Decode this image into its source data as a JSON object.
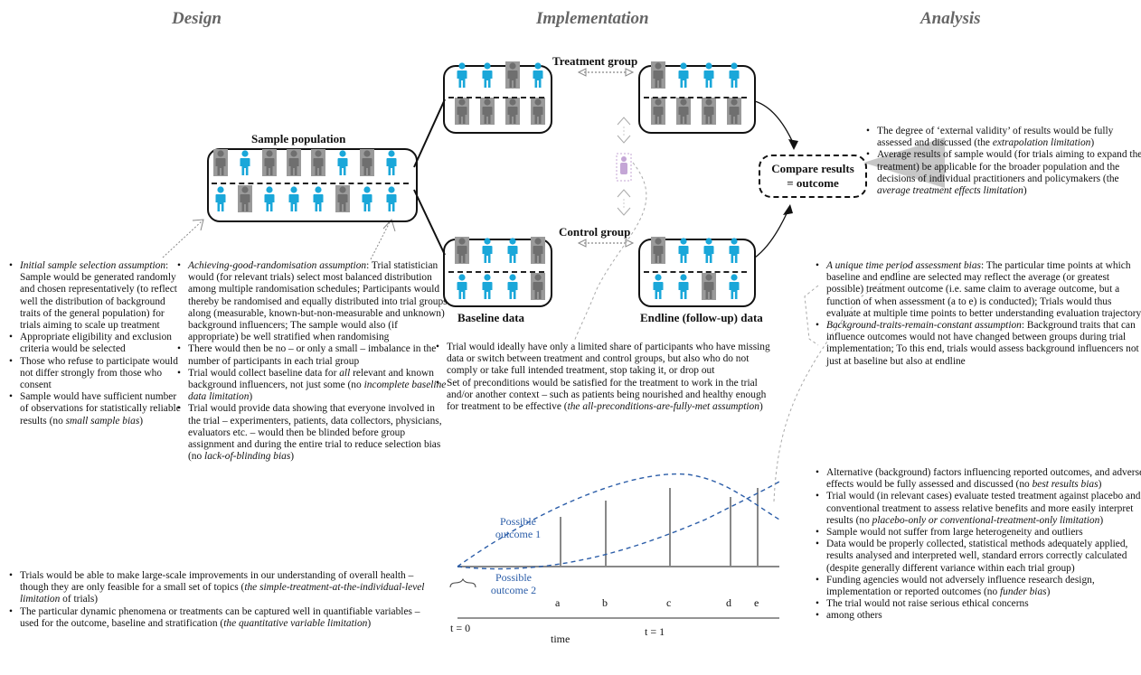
{
  "headings": {
    "design": "Design",
    "implementation": "Implementation",
    "analysis": "Analysis"
  },
  "labels": {
    "sample_population": "Sample population",
    "treatment_group": "Treatment group",
    "control_group": "Control group",
    "baseline_data": "Baseline data",
    "endline_data": "Endline (follow-up) data",
    "compare_line1": "Compare results",
    "compare_line2": "= outcome"
  },
  "colors": {
    "treated": "#1aa7d9",
    "untreated": "#6f6f6f",
    "switcher": "#c4a6d6",
    "curve": "#2b5da8"
  },
  "design_left": [
    {
      "em": "Initial sample selection assumption",
      "text": ": Sample would be generated randomly and chosen representatively (to reflect well the distribution of background traits of the general population) for trials aiming to scale up treatment"
    },
    {
      "em": "",
      "text": "Appropriate eligibility and exclusion criteria would be selected"
    },
    {
      "em": "",
      "text": "Those who refuse to participate would not differ strongly from those who consent"
    },
    {
      "em": "",
      "text": "Sample would have sufficient number of observations for statistically reliable results (no ",
      "em2": "small sample bias",
      "tail": ")"
    }
  ],
  "design_mid": [
    {
      "em": "Achieving-good-randomisation assumption",
      "text": ": Trial statistician would (for relevant trials) select most balanced distribution among multiple randomisation schedules; Participants would thereby be randomised and equally distributed into trial groups along (measurable, known-but-non-measurable and unknown) background influencers; The sample would also (if appropriate) be well stratified when randomising"
    },
    {
      "pre": "There would then be no – or only a small – imbalance in the number of participants in each trial group"
    },
    {
      "pre": "Trial would collect baseline data for ",
      "em": "all",
      "text": " relevant and known background influencers, not just some (no ",
      "em2": "incomplete baseline data limitation",
      "tail": ")"
    },
    {
      "pre": "Trial would provide data showing that everyone involved in the trial – experimenters, patients, data collectors, physicians, evaluators etc. – would then be blinded before group assignment and during the entire trial to reduce selection bias (no ",
      "em": "lack-of-blinding bias",
      "text": ")"
    }
  ],
  "design_bottom": [
    {
      "pre": "Trials would be able to make large-scale improvements in our understanding of overall health – though they are only feasible for a small set of topics (",
      "em": "the simple-treatment-at-the-individual-level limitation",
      "text": " of trials)"
    },
    {
      "pre": "The particular dynamic phenomena or treatments can be captured well in quantifiable variables – used for the outcome, baseline and stratification (",
      "em": "the quantitative variable limitation",
      "text": ")"
    }
  ],
  "impl_bullets": [
    {
      "pre": "Trial would ideally have only a limited share of participants who have missing data or switch between treatment and control groups, but also who do not comply or take full intended treatment, stop taking it, or drop out"
    },
    {
      "pre": "Set of preconditions would be satisfied for the treatment to work in the trial and/or another context – such as patients being nourished and healthy enough for treatment to be effective (",
      "em": "the all-preconditions-are-fully-met assumption",
      "text": ")"
    }
  ],
  "analysis_top": [
    {
      "pre": "The degree of ‘external validity’ of results would be fully assessed and discussed (the ",
      "em": "extrapolation limitation",
      "text": ")"
    },
    {
      "pre": "Average results of sample would (for trials aiming to expand the treatment) be applicable for the broader population and the decisions of individual practitioners and policymakers (the ",
      "em": "average treatment effects limitation",
      "text": ")"
    }
  ],
  "analysis_mid": [
    {
      "em": "A unique time period assessment bias",
      "text": ": The particular time points at which baseline and endline are selected may reflect the average (or greatest possible) treatment outcome (i.e. same claim to average outcome, but a function of when assessment (a to e) is conducted); Trials would thus evaluate at multiple time points to better understanding evaluation trajectory"
    },
    {
      "em": "Background-traits-remain-constant assumption",
      "text": ": Background traits that can influence outcomes would not have changed between groups during trial implementation; To this end, trials would assess background influencers not just at baseline but also at endline"
    }
  ],
  "analysis_bottom": [
    {
      "pre": "Alternative (background) factors influencing reported outcomes, and adverse effects would be fully assessed and discussed (no ",
      "em": "best results bias",
      "text": ")"
    },
    {
      "pre": "Trial would (in relevant cases) evaluate tested treatment against placebo and conventional treatment to assess relative benefits and more easily interpret results (no ",
      "em": "placebo-only or conventional-treatment-only limitation",
      "text": ")"
    },
    {
      "pre": "Sample would not suffer from large heterogeneity and outliers"
    },
    {
      "pre": "Data would be properly collected, statistical methods adequately applied, results analysed and interpreted well, standard errors correctly calculated (despite generally different variance within each trial group)"
    },
    {
      "pre": "Funding agencies would not adversely influence research design, implementation or reported outcomes (no ",
      "em": "funder bias",
      "text": ")"
    },
    {
      "pre": "The trial would not raise serious ethical concerns"
    },
    {
      "pre": "among others"
    }
  ],
  "timeline": {
    "outcome1": "Possible outcome 1",
    "outcome2": "Possible outcome 2",
    "points": [
      "a",
      "b",
      "c",
      "d",
      "e"
    ],
    "t0": "t = 0",
    "t1": "t = 1",
    "axis": "time"
  },
  "groups": {
    "sample": {
      "rows": [
        [
          "u",
          "t",
          "u",
          "u",
          "u",
          "t",
          "u",
          "t"
        ],
        [
          "t",
          "u",
          "t",
          "t",
          "t",
          "u",
          "t",
          "t"
        ]
      ]
    },
    "treat_base": {
      "rows": [
        [
          "t",
          "t",
          "u",
          "t"
        ],
        [
          "u",
          "u",
          "u",
          "u"
        ]
      ]
    },
    "treat_end": {
      "rows": [
        [
          "u",
          "t",
          "t",
          "t"
        ],
        [
          "u",
          "u",
          "u",
          "u"
        ]
      ]
    },
    "ctrl_base": {
      "rows": [
        [
          "u",
          "t",
          "t",
          "u"
        ],
        [
          "t",
          "t",
          "t",
          "u"
        ]
      ]
    },
    "ctrl_end": {
      "rows": [
        [
          "u",
          "t",
          "t",
          "t"
        ],
        [
          "t",
          "t",
          "u",
          "t"
        ]
      ]
    }
  }
}
